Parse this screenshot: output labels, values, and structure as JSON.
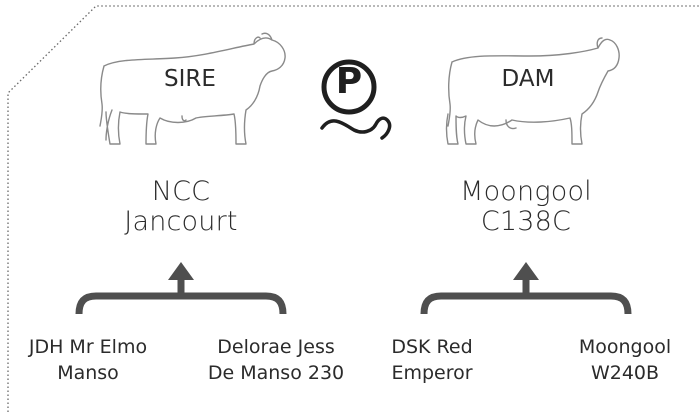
{
  "colors": {
    "outline": "#8a8a8a",
    "bracket": "#4f4f4f",
    "text": "#2b2b2b",
    "logo": "#1f1f1f"
  },
  "logo": {
    "icon": "polled-p-icon",
    "letter": "P"
  },
  "sire": {
    "label": "SIRE",
    "name": "NCC\nJancourt",
    "grandparents": [
      "JDH Mr Elmo\nManso",
      "Delorae Jess\nDe Manso 230"
    ]
  },
  "dam": {
    "label": "DAM",
    "name": "Moongool\nC138C",
    "grandparents": [
      "DSK Red\nEmperor",
      "Moongool\nW240B"
    ]
  }
}
